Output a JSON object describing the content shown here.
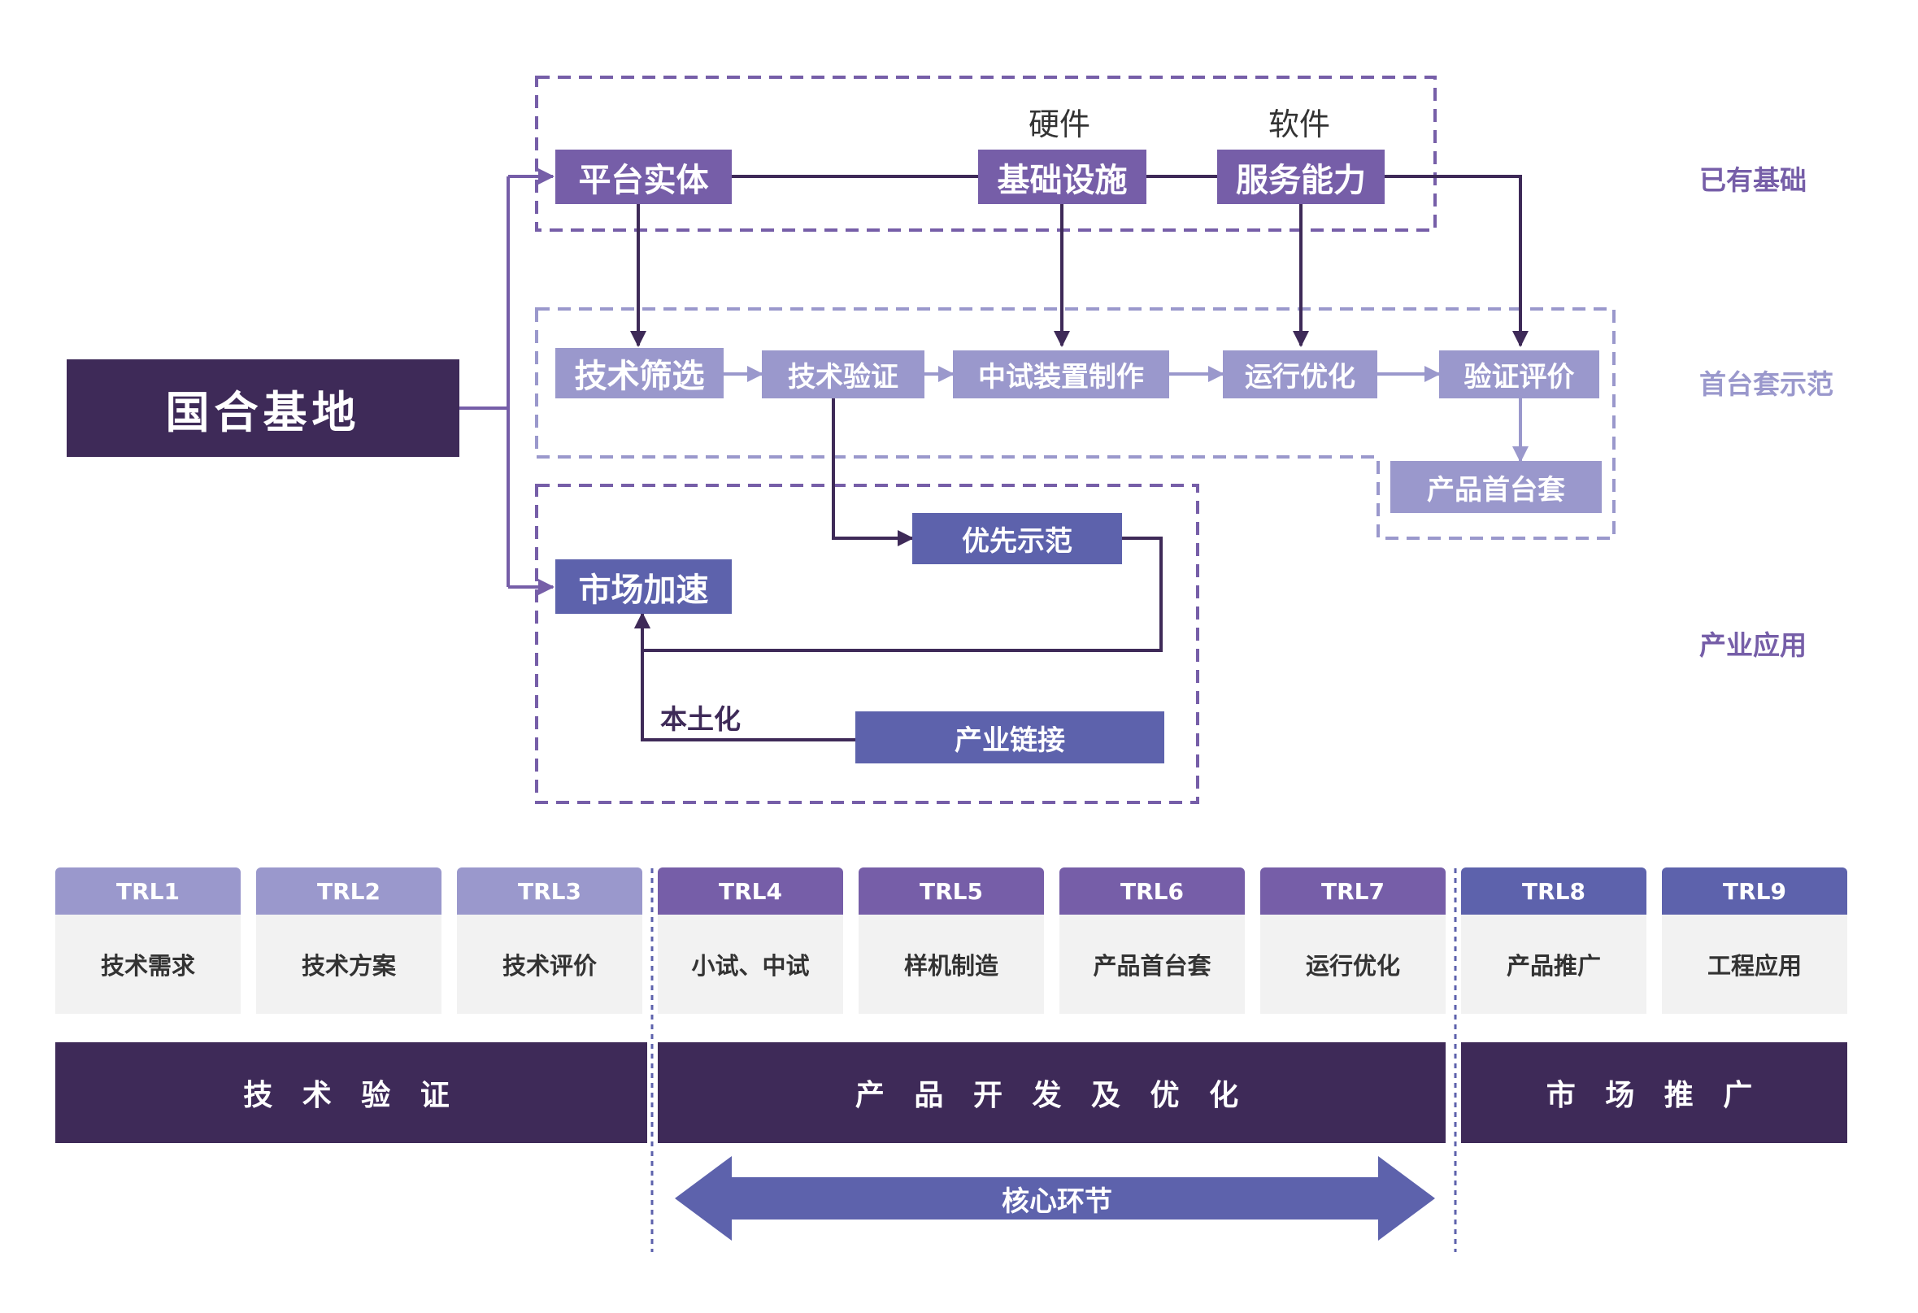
{
  "colors": {
    "dark": "#3e2a58",
    "mid": "#765ea8",
    "light": "#9a98cc",
    "blue": "#5d62ac"
  },
  "diagram": {
    "root": "国合基地",
    "platform": "平台实体",
    "infra": "基础设施",
    "service": "服务能力",
    "hardware_label": "硬件",
    "software_label": "软件",
    "tech_screen": "技术筛选",
    "tech_verify": "技术验证",
    "pilot_device": "中试装置制作",
    "run_optimize": "运行优化",
    "verify_eval": "验证评价",
    "first_product": "产品首台套",
    "market_accel": "市场加速",
    "priority_demo": "优先示范",
    "industry_link": "产业链接",
    "localization": "本土化",
    "tiers": [
      "已有基础",
      "首台套示范",
      "产业应用"
    ]
  },
  "trl": [
    {
      "level": "TRL1",
      "desc": "技术需求"
    },
    {
      "level": "TRL2",
      "desc": "技术方案"
    },
    {
      "level": "TRL3",
      "desc": "技术评价"
    },
    {
      "level": "TRL4",
      "desc": "小试、中试"
    },
    {
      "level": "TRL5",
      "desc": "样机制造"
    },
    {
      "level": "TRL6",
      "desc": "产品首台套"
    },
    {
      "level": "TRL7",
      "desc": "运行优化"
    },
    {
      "level": "TRL8",
      "desc": "产品推广"
    },
    {
      "level": "TRL9",
      "desc": "工程应用"
    }
  ],
  "phases": [
    "技 术 验 证",
    "产 品 开 发 及 优 化",
    "市 场 推 广"
  ],
  "core": "核心环节"
}
